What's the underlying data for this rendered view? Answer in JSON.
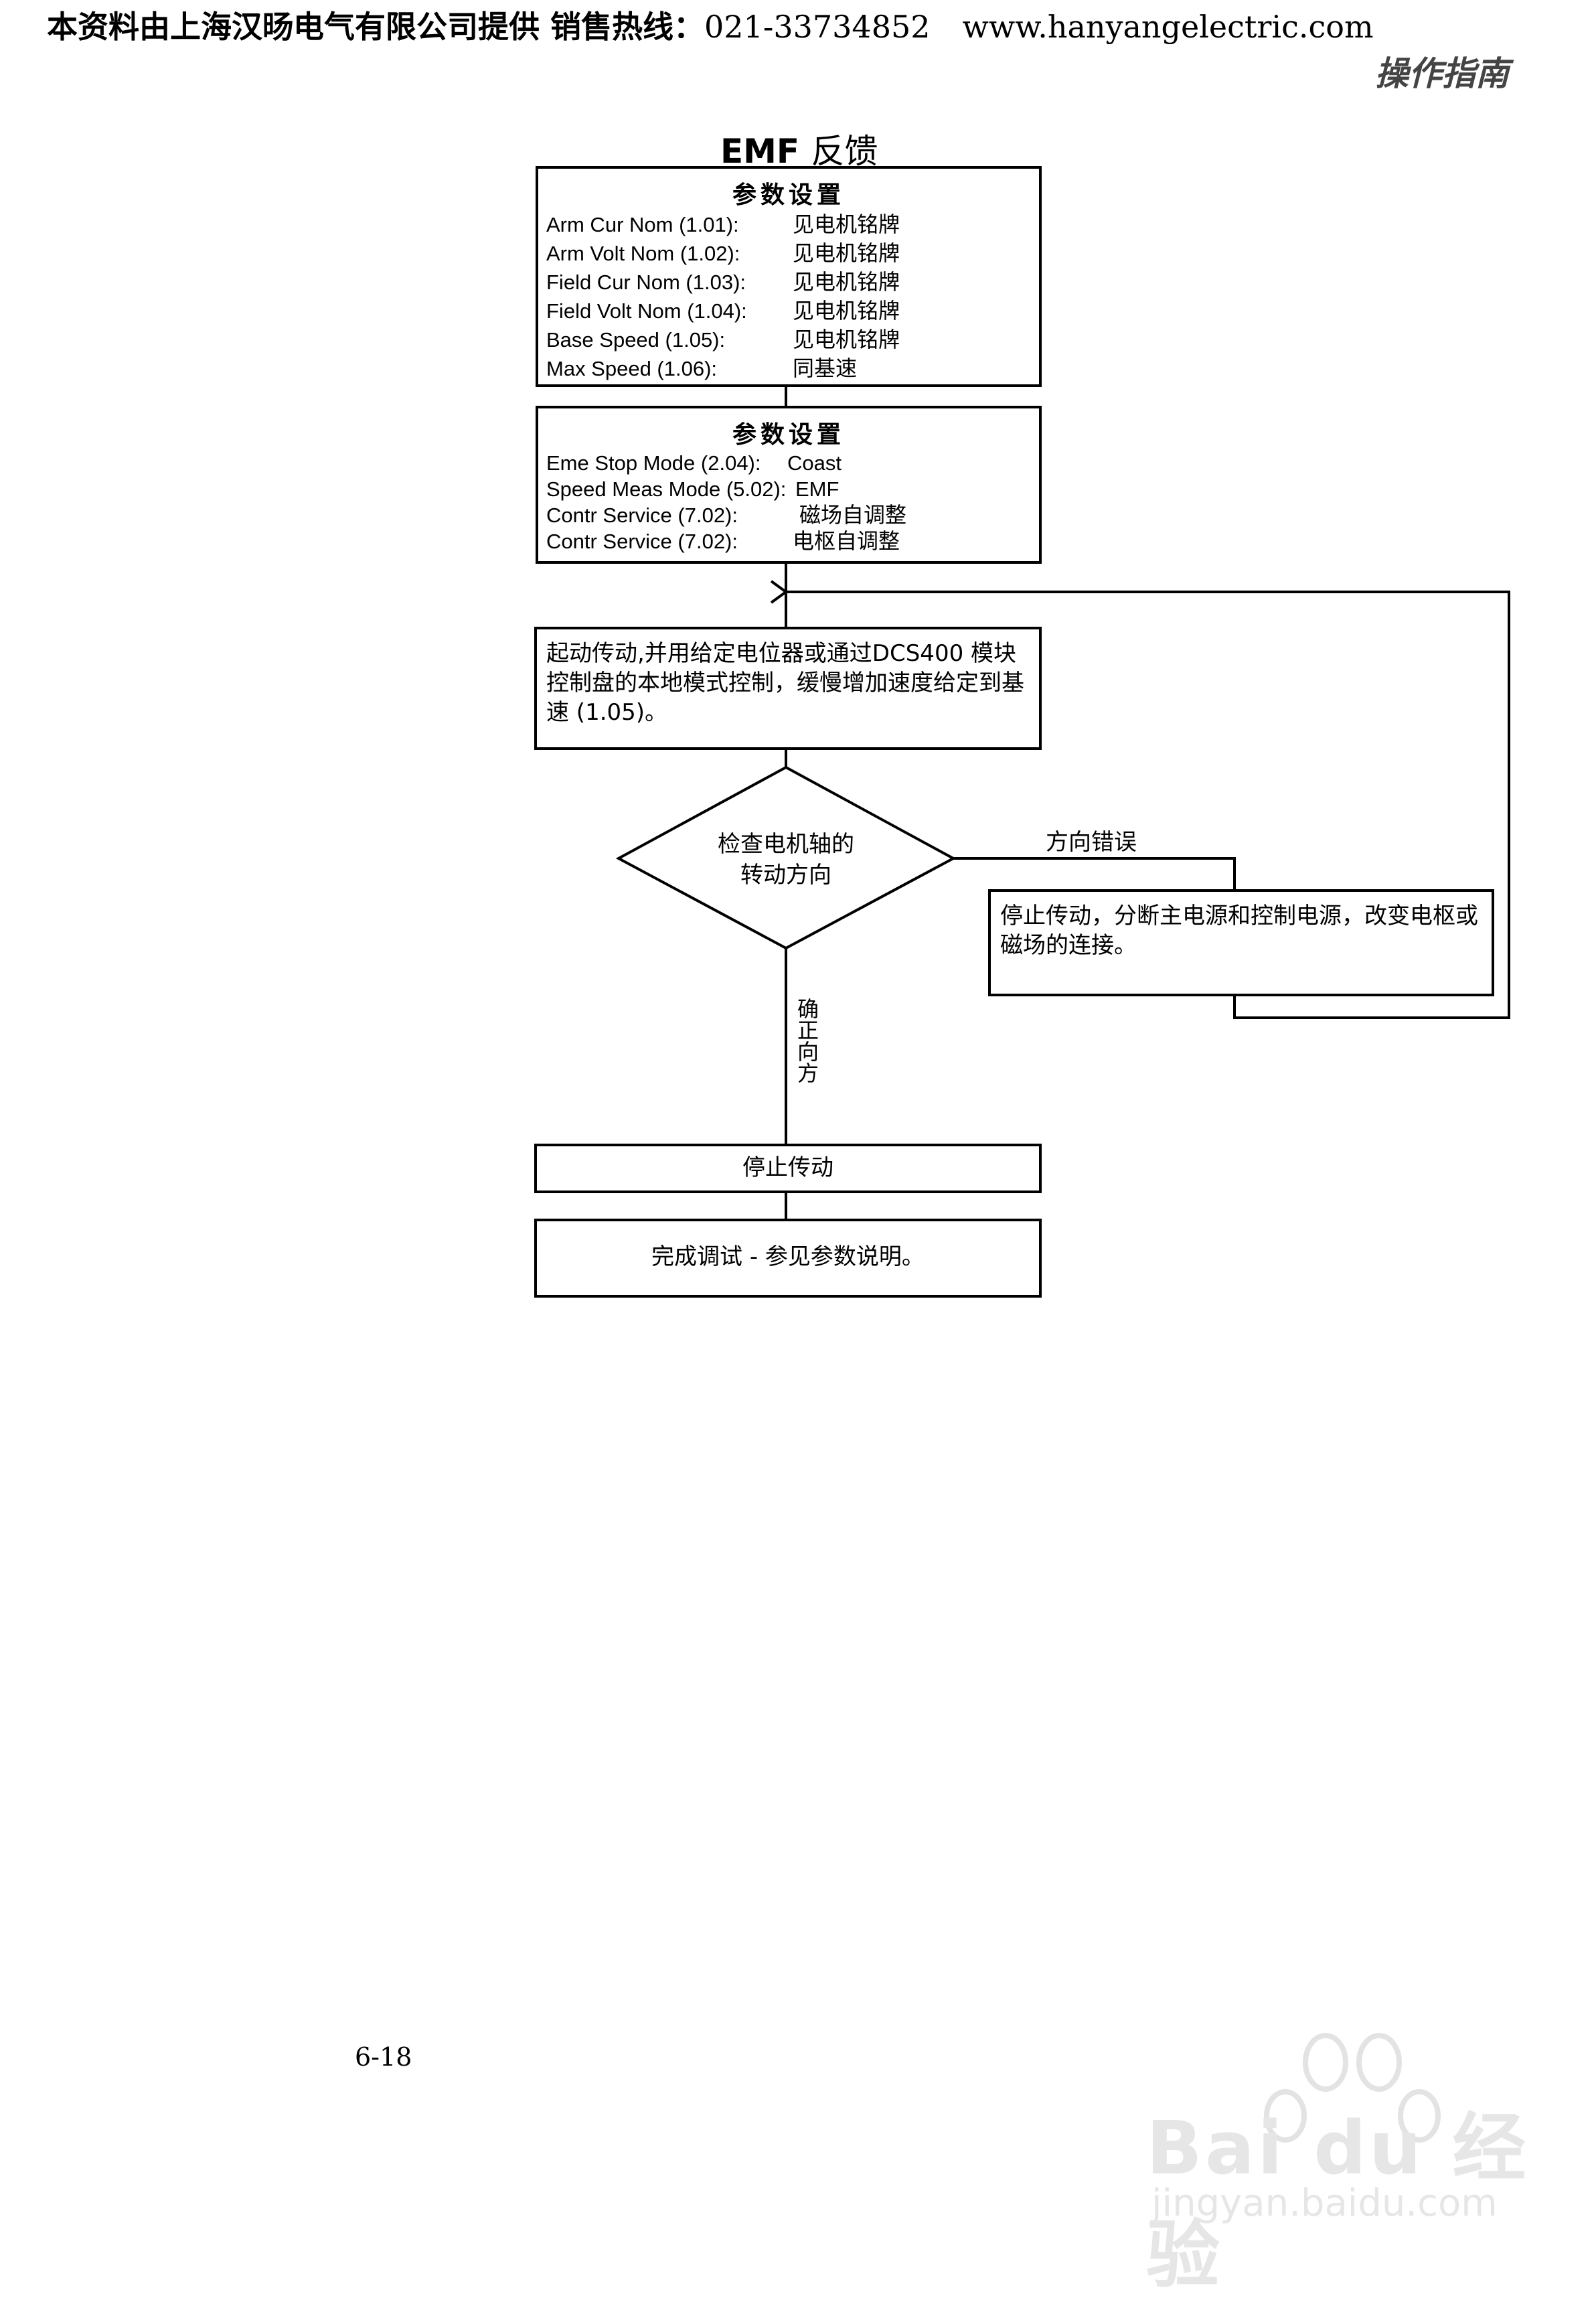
{
  "header": {
    "company_text": "本资料由上海汉旸电气有限公司提供 销售热线：",
    "phone": "021-33734852",
    "website": "www.hanyangelectric.com"
  },
  "section_label": "操作指南",
  "diagram": {
    "title_en": "EMF",
    "title_cn": "反馈",
    "box1": {
      "heading": "参数设置",
      "rows": [
        {
          "param": "Arm Cur Nom (1.01):",
          "value": "见电机铭牌"
        },
        {
          "param": "Arm Volt Nom (1.02):",
          "value": "见电机铭牌"
        },
        {
          "param": "Field Cur Nom (1.03):",
          "value": "见电机铭牌"
        },
        {
          "param": "Field Volt Nom (1.04):",
          "value": "见电机铭牌"
        },
        {
          "param": "Base Speed (1.05):",
          "value": "见电机铭牌"
        },
        {
          "param": "Max Speed (1.06):",
          "value": "同基速"
        }
      ]
    },
    "box2": {
      "heading": "参数设置",
      "rows": [
        {
          "param": "Eme Stop Mode (2.04):",
          "value": "Coast"
        },
        {
          "param": "Speed Meas Mode (5.02):",
          "value": "EMF"
        },
        {
          "param": "Contr Service (7.02):",
          "value": "磁场自调整"
        },
        {
          "param": "Contr Service (7.02):",
          "value": "电枢自调整"
        }
      ]
    },
    "start_box": "起动传动,并用给定电位器或通过DCS400 模块控制盘的本地模式控制，缓慢增加速度给定到基速 (1.05)。",
    "decision_line1": "检查电机轴的",
    "decision_line2": "转动方向",
    "wrong_label": "方向错误",
    "wrong_box": "停止传动，分断主电源和控制电源，改变电枢或磁场的连接。",
    "correct_label": "确正向方",
    "stop_box": "停止传动",
    "finish_box": "完成调试 - 参见参数说明。"
  },
  "page_number": "6-18",
  "watermark": {
    "brand": "Bai du 经验",
    "url": "jingyan.baidu.com"
  }
}
